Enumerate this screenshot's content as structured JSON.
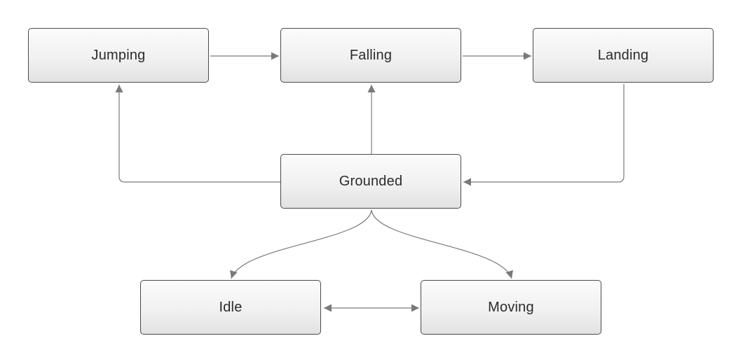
{
  "diagram": {
    "nodes": {
      "jumping": "Jumping",
      "falling": "Falling",
      "landing": "Landing",
      "grounded": "Grounded",
      "idle": "Idle",
      "moving": "Moving"
    },
    "edges": [
      {
        "from": "Jumping",
        "to": "Falling"
      },
      {
        "from": "Falling",
        "to": "Landing"
      },
      {
        "from": "Grounded",
        "to": "Jumping"
      },
      {
        "from": "Grounded",
        "to": "Falling"
      },
      {
        "from": "Landing",
        "to": "Grounded"
      },
      {
        "from": "Grounded",
        "to": "Idle"
      },
      {
        "from": "Grounded",
        "to": "Moving"
      },
      {
        "from": "Idle",
        "to": "Moving",
        "bidirectional": true
      }
    ],
    "colors": {
      "edge": "#7a7a7a",
      "node_border": "#4a4a4a",
      "node_fill_top": "#fbfbfb",
      "node_fill_bottom": "#e2e2e2",
      "text": "#2b2b2b"
    }
  }
}
